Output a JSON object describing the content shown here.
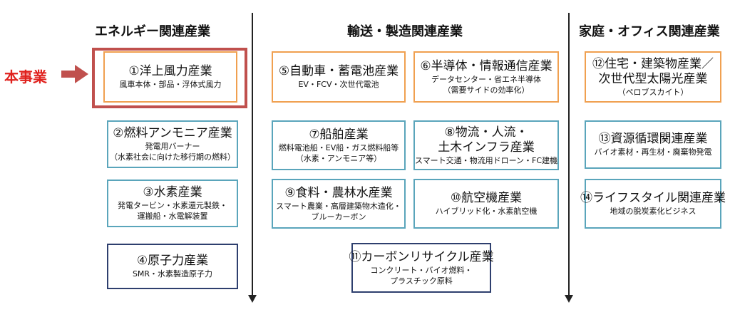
{
  "columns": {
    "energy": "エネルギー関連産業",
    "transport": "輸送・製造関連産業",
    "home": "家庭・オフィス関連産業"
  },
  "marker": {
    "label": "本事業",
    "color": "#e0211d"
  },
  "colors": {
    "orange": "#f0a050",
    "teal": "#5aa5bb",
    "navy": "#2e3f6e",
    "highlight": "#c0504d"
  },
  "boxes": {
    "b1": {
      "title": "①洋上風力産業",
      "lines": [
        "風車本体・部品・浮体式風力"
      ]
    },
    "b2": {
      "title": "②燃料アンモニア産業",
      "lines": [
        "発電用バーナー",
        "（水素社会に向けた移行期の燃料）"
      ]
    },
    "b3": {
      "title": "③水素産業",
      "lines": [
        "発電タービン・水素還元製鉄・",
        "運搬船・水電解装置"
      ]
    },
    "b4": {
      "title": "④原子力産業",
      "lines": [
        "SMR・水素製造原子力"
      ]
    },
    "b5": {
      "title": "⑤自動車・蓄電池産業",
      "lines": [
        "EV・FCV・次世代電池"
      ]
    },
    "b6": {
      "title": "⑥半導体・情報通信産業",
      "lines": [
        "データセンター・省エネ半導体",
        "（需要サイドの効率化）"
      ]
    },
    "b7": {
      "title": "⑦船舶産業",
      "lines": [
        "燃料電池船・EV船・ガス燃料船等",
        "（水素・アンモニア等）"
      ]
    },
    "b8": {
      "title_lines": [
        "⑧物流・人流・",
        "土木インフラ産業"
      ],
      "lines": [
        "スマート交通・物流用ドローン・FC建機"
      ]
    },
    "b9": {
      "title": "⑨食料・農林水産業",
      "lines": [
        "スマート農業・高層建築物木造化・",
        "ブルーカーボン"
      ]
    },
    "b10": {
      "title": "⑩航空機産業",
      "lines": [
        "ハイブリッド化・水素航空機"
      ]
    },
    "b11": {
      "title": "⑪カーボンリサイクル産業",
      "lines": [
        "コンクリート・バイオ燃料・",
        "プラスチック原料"
      ]
    },
    "b12": {
      "title_lines": [
        "⑫住宅・建築物産業／",
        "次世代型太陽光産業"
      ],
      "lines": [
        "（ペロブスカイト）"
      ]
    },
    "b13": {
      "title": "⑬資源循環関連産業",
      "lines": [
        "バイオ素材・再生材・廃棄物発電"
      ]
    },
    "b14": {
      "title": "⑭ライフスタイル関連産業",
      "lines": [
        "地域の脱炭素化ビジネス"
      ]
    }
  }
}
